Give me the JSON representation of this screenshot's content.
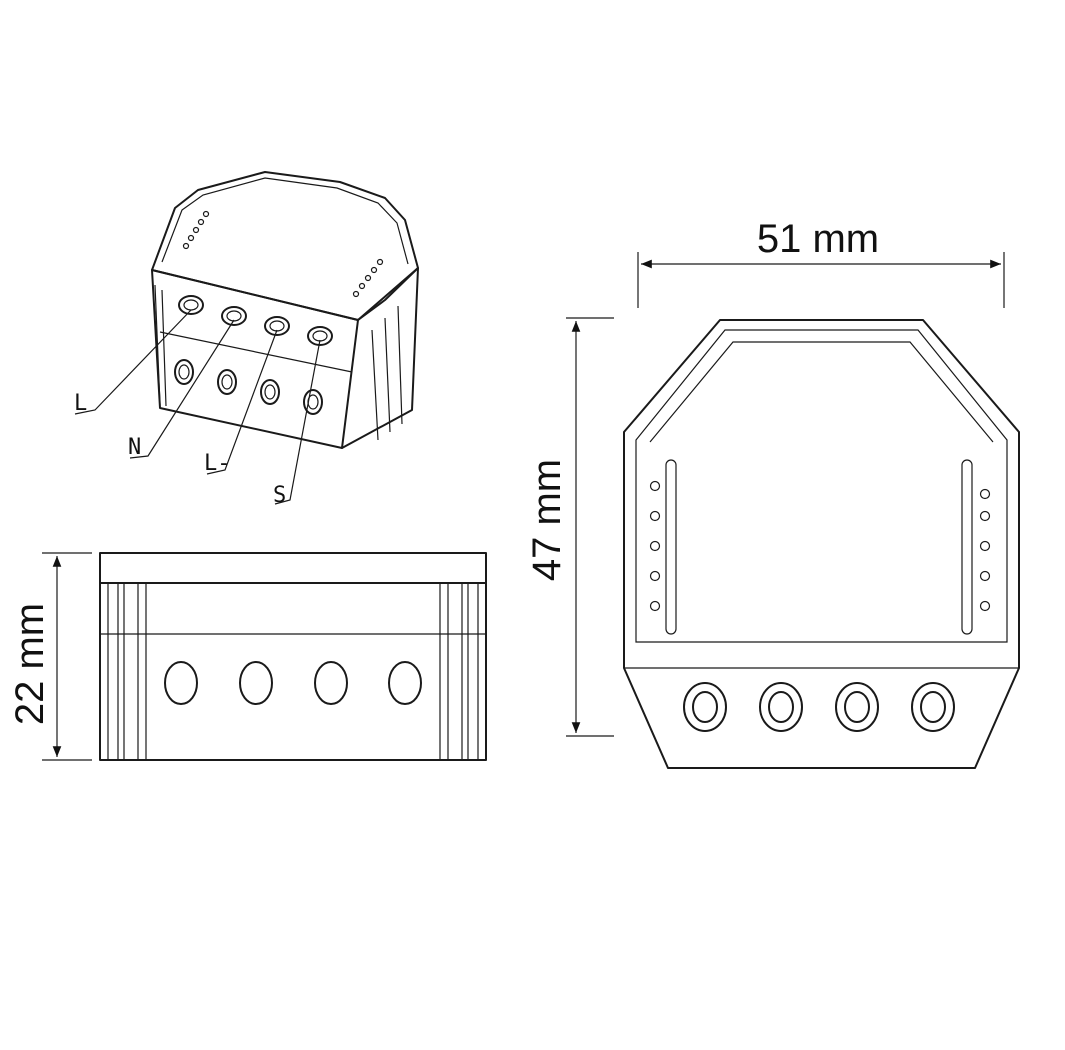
{
  "dimensions": {
    "width": "51 mm",
    "depth": "47 mm",
    "height": "22 mm"
  },
  "terminals": [
    "L",
    "N",
    "L-",
    "S"
  ]
}
